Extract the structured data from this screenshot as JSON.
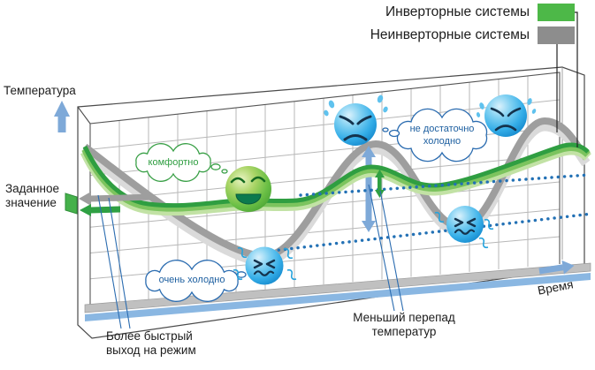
{
  "legend": {
    "items": [
      {
        "label": "Инверторные системы",
        "swatch_color": "#4db848"
      },
      {
        "label": "Неинверторные системы",
        "swatch_color": "#8d8d8d"
      }
    ]
  },
  "axes": {
    "y_label": "Температура",
    "x_label": "Время",
    "setpoint_label": "Заданное значение"
  },
  "speech_bubbles": {
    "comfortable": "комфортно",
    "not_cold_enough": "не достаточно холодно",
    "very_cold": "очень холодно"
  },
  "annotations": {
    "smaller_temperature_variation": "Меньший перепад температур",
    "faster_startup": "Более быстрый выход на режим"
  },
  "colors": {
    "inverter_curve": "#2f9e41",
    "non_inverter_curve": "#9e9e9e",
    "axis_arrow_blue": "#7ea9d8",
    "dotted_guide_blue": "#2371b5",
    "floor_band_gray": "#c0c0c0",
    "floor_band_blue": "#8ab7e2"
  }
}
